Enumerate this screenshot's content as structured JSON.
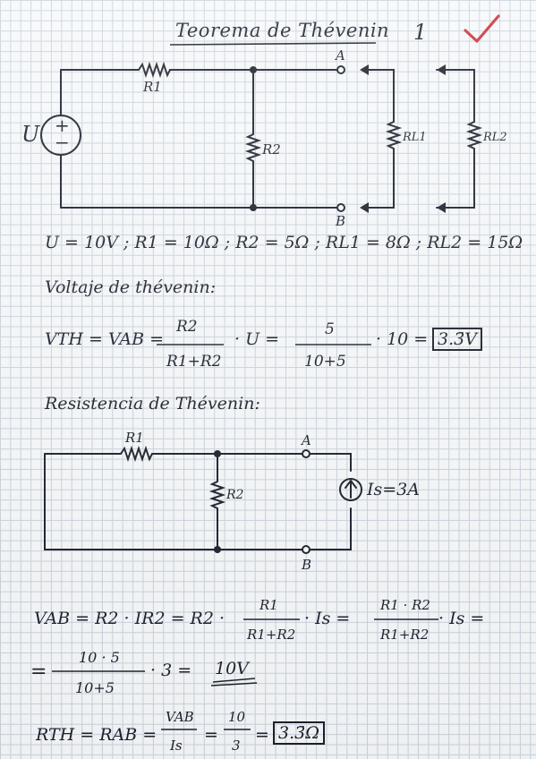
{
  "title": "Teorema de Thévenin",
  "page_number": "1",
  "accent_color": "#c8323a",
  "ink_color": "#1b1f2a",
  "circuit1": {
    "labels": {
      "source": "U",
      "plus": "+",
      "minus": "−",
      "r1": "R1",
      "r2": "R2",
      "node_a": "A",
      "node_b": "B",
      "rl1": "RL1",
      "rl2": "RL2"
    }
  },
  "givens": "U = 10V ; R1 = 10Ω ; R2 = 5Ω ; RL1 = 8Ω ; RL2 = 15Ω",
  "section_voltage": "Voltaje de thévenin:",
  "voltage_eq": {
    "lhs": "VTH = VAB =",
    "frac1_num": "R2",
    "frac1_den": "R1+R2",
    "mid": "· U =",
    "frac2_num": "5",
    "frac2_den": "10+5",
    "tail": "· 10 =",
    "result": "3.3̄V"
  },
  "section_resistance": "Resistencia de Thévenin:",
  "circuit2": {
    "labels": {
      "r1": "R1",
      "r2": "R2",
      "node_a": "A",
      "node_b": "B",
      "current": "Is=3A"
    }
  },
  "vab_eq": {
    "line1_lhs": "VAB = R2 · IR2 = R2 ·",
    "frac1_num": "R1",
    "frac1_den": "R1+R2",
    "mid1": "· Is =",
    "frac2_num": "R1 · R2",
    "frac2_den": "R1+R2",
    "tail1": "· Is =",
    "line2_lead": "=",
    "frac3_num": "10 · 5",
    "frac3_den": "10+5",
    "line2_tail": "· 3 =",
    "line2_result": "10V"
  },
  "rth_eq": {
    "lhs": "RTH = RAB =",
    "frac1_num": "VAB",
    "frac1_den": "Is",
    "eq": "=",
    "frac2_num": "10",
    "frac2_den": "3",
    "eq2": "=",
    "result": "3.3̄Ω"
  }
}
